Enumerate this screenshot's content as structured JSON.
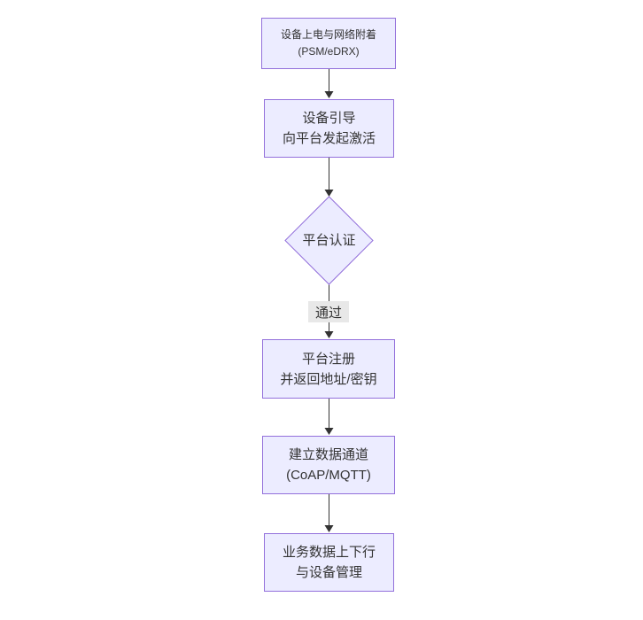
{
  "diagram": {
    "type": "flowchart",
    "direction": "top-down",
    "nodes": [
      {
        "id": "power-attach",
        "shape": "rect",
        "lines": [
          "设备上电与网络附着",
          "(PSM/eDRX)"
        ]
      },
      {
        "id": "bootstrap",
        "shape": "rect",
        "lines": [
          "设备引导",
          "向平台发起激活"
        ]
      },
      {
        "id": "platform-auth",
        "shape": "diamond",
        "lines": [
          "平台认证"
        ]
      },
      {
        "id": "platform-register",
        "shape": "rect",
        "lines": [
          "平台注册",
          "并返回地址/密钥"
        ]
      },
      {
        "id": "data-channel",
        "shape": "rect",
        "lines": [
          "建立数据通道",
          "(CoAP/MQTT)"
        ]
      },
      {
        "id": "business-data",
        "shape": "rect",
        "lines": [
          "业务数据上下行",
          "与设备管理"
        ]
      }
    ],
    "edges": [
      {
        "from": "power-attach",
        "to": "bootstrap",
        "label": ""
      },
      {
        "from": "bootstrap",
        "to": "platform-auth",
        "label": ""
      },
      {
        "from": "platform-auth",
        "to": "platform-register",
        "label": "通过"
      },
      {
        "from": "platform-register",
        "to": "data-channel",
        "label": ""
      },
      {
        "from": "data-channel",
        "to": "business-data",
        "label": ""
      }
    ],
    "colors": {
      "node_fill": "#ECECFF",
      "node_border": "#9370DB",
      "edge_line": "#333333",
      "edge_label_bg": "#e8e8e8",
      "text": "#333333",
      "background": "#ffffff"
    }
  }
}
